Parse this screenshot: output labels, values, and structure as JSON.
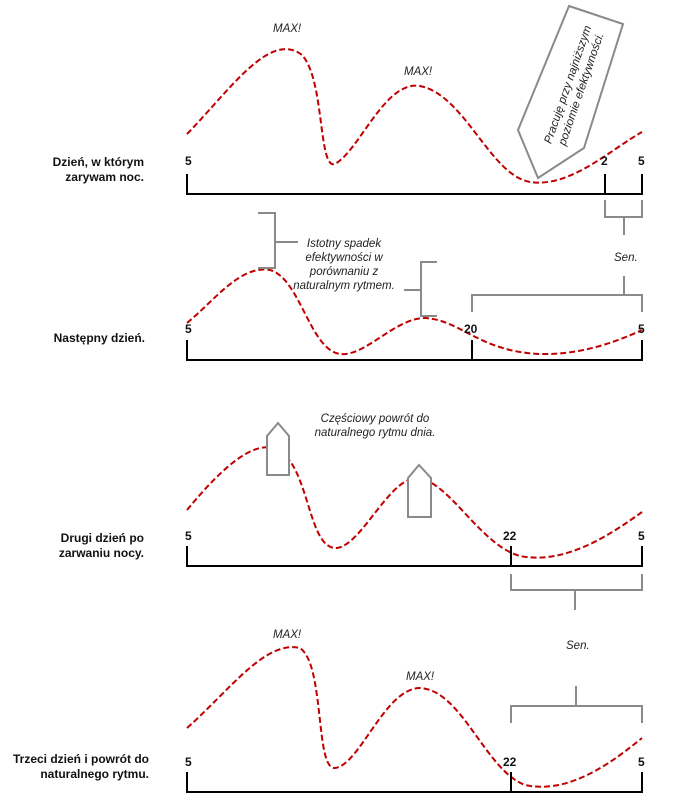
{
  "curve_color": "#c00000",
  "bracket_color": "#8a8a8a",
  "rows": [
    {
      "label": "Dzień, w którym zarywam noc.",
      "ticks": {
        "start": "5",
        "mid": "2",
        "end": "5"
      }
    },
    {
      "label": "Następny dzień.",
      "ticks": {
        "start": "5",
        "mid": "20",
        "end": "5"
      }
    },
    {
      "label": "Drugi dzień po zarwaniu nocy.",
      "ticks": {
        "start": "5",
        "mid": "22",
        "end": "5"
      }
    },
    {
      "label": "Trzeci dzień i powrót do naturalnego rytmu.",
      "ticks": {
        "start": "5",
        "mid": "22",
        "end": "5"
      }
    }
  ],
  "annotations": {
    "max": "MAX!",
    "lowest_effort": "Pracuję przy najniższym poziomie efektywności.",
    "sleep": "Sen.",
    "drop": "Istotny spadek efektywności w porównaniu z naturalnym rytmem.",
    "partial_return": "Częściowy powrót do naturalnego rytmu dnia."
  }
}
